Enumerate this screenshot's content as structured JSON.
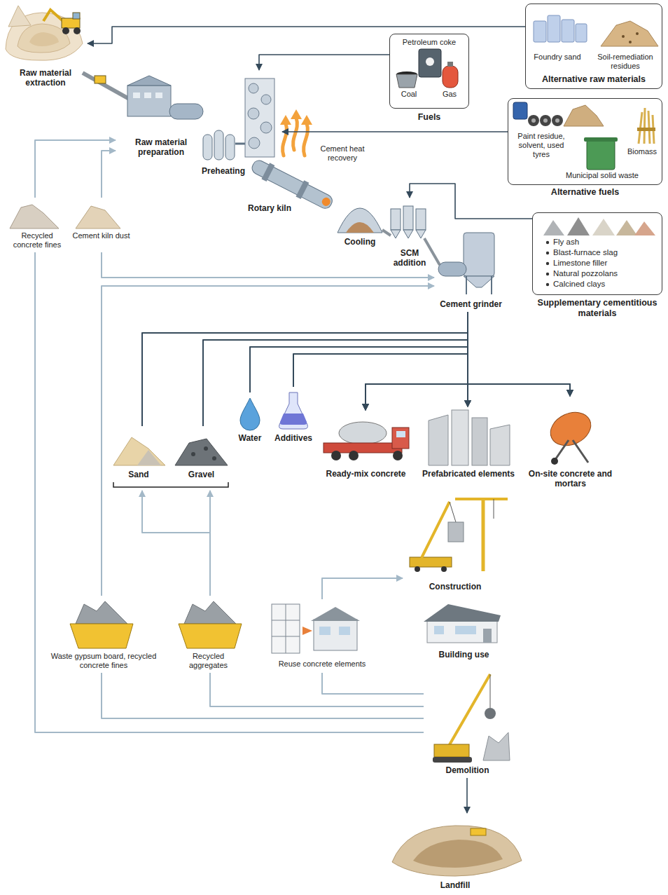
{
  "diagram": {
    "nodes": [
      {
        "text": [
          "Raw material extraction"
        ]
      },
      {
        "text": [
          "Foundry sand",
          "Soil-remediation residues",
          "Alternative raw materials"
        ]
      },
      {
        "text": [
          "Petroleum coke",
          "Coal",
          "Gas",
          "Fuels"
        ]
      },
      {
        "text": [
          "Raw material preparation"
        ]
      },
      {
        "text": [
          "Preheating"
        ]
      },
      {
        "text": [
          "Rotary kiln"
        ]
      },
      {
        "text": [
          "Paint residue, solvent, used tyres",
          "Biomass",
          "Municipal solid waste",
          "Alternative fuels"
        ]
      },
      {
        "text": [
          "Cooling"
        ]
      },
      {
        "text": [
          "SCM addition"
        ]
      },
      {
        "text": [
          "Fly ash",
          "Blast-furnace slag",
          "Limestone filler",
          "Natural pozzolans",
          "Calcined clays",
          "Supplementary cementitious materials"
        ]
      },
      {
        "text": [
          "Cement grinder"
        ]
      },
      {
        "text": [
          "Recycled concrete fines"
        ]
      },
      {
        "text": [
          "Cement kiln dust"
        ]
      },
      {
        "text": [
          "Sand"
        ]
      },
      {
        "text": [
          "Gravel"
        ]
      },
      {
        "text": [
          "Water"
        ]
      },
      {
        "text": [
          "Additives"
        ]
      },
      {
        "text": [
          "Ready-mix concrete"
        ]
      },
      {
        "text": [
          "Prefabricated elements"
        ]
      },
      {
        "text": [
          "On-site concrete and mortars"
        ]
      },
      {
        "text": [
          "Construction"
        ]
      },
      {
        "text": [
          "Building use"
        ]
      },
      {
        "text": [
          "Waste gypsum board, recycled concrete fines"
        ]
      },
      {
        "text": [
          "Recycled aggregates"
        ]
      },
      {
        "text": [
          "Reuse concrete elements"
        ]
      },
      {
        "text": [
          "Demolition"
        ]
      },
      {
        "text": [
          "Landfill"
        ]
      }
    ],
    "edges": [
      {
        "from": 1,
        "to": 0,
        "arrow": "to"
      },
      {
        "from": 2,
        "to": 4,
        "arrow": "to"
      },
      {
        "from": 6,
        "to": 4,
        "arrow": "to"
      },
      {
        "from": 9,
        "to": 8,
        "arrow": "to"
      },
      {
        "from": 11,
        "to": 3,
        "arrow": "to"
      },
      {
        "from": 12,
        "to": 3,
        "arrow": "to"
      },
      {
        "from": 12,
        "to": 10,
        "arrow": "to"
      },
      {
        "from": 22,
        "to": 10,
        "arrow": "to"
      },
      {
        "from": 25,
        "to": 22,
        "arrow": "none"
      },
      {
        "from": 25,
        "to": 11,
        "arrow": "none"
      },
      {
        "from": 25,
        "to": 23,
        "arrow": "none"
      },
      {
        "from": 23,
        "to": 13,
        "arrow": "to"
      },
      {
        "from": 23,
        "to": 14,
        "arrow": "to"
      },
      {
        "from": 25,
        "to": 24,
        "arrow": "none"
      },
      {
        "from": 24,
        "to": 20,
        "arrow": "to"
      },
      {
        "from": 25,
        "to": 26,
        "arrow": "to"
      },
      {
        "from": 10,
        "to": 17,
        "arrow": "to"
      },
      {
        "from": 10,
        "to": 18,
        "arrow": "to"
      },
      {
        "from": 10,
        "to": 19,
        "arrow": "to"
      },
      {
        "from": 13,
        "to": 17,
        "arrow": "to"
      },
      {
        "from": 13,
        "to": 18,
        "arrow": "to"
      },
      {
        "from": 13,
        "to": 19,
        "arrow": "to"
      },
      {
        "from": 14,
        "to": 17,
        "arrow": "to"
      },
      {
        "from": 14,
        "to": 18,
        "arrow": "to"
      },
      {
        "from": 14,
        "to": 19,
        "arrow": "to"
      },
      {
        "from": 15,
        "to": 17,
        "arrow": "to"
      },
      {
        "from": 15,
        "to": 18,
        "arrow": "to"
      },
      {
        "from": 15,
        "to": 19,
        "arrow": "to"
      },
      {
        "from": 16,
        "to": 17,
        "arrow": "to"
      },
      {
        "from": 16,
        "to": 18,
        "arrow": "to"
      },
      {
        "from": 16,
        "to": 19,
        "arrow": "to"
      }
    ],
    "labels": [
      "Cement heat recovery"
    ]
  }
}
